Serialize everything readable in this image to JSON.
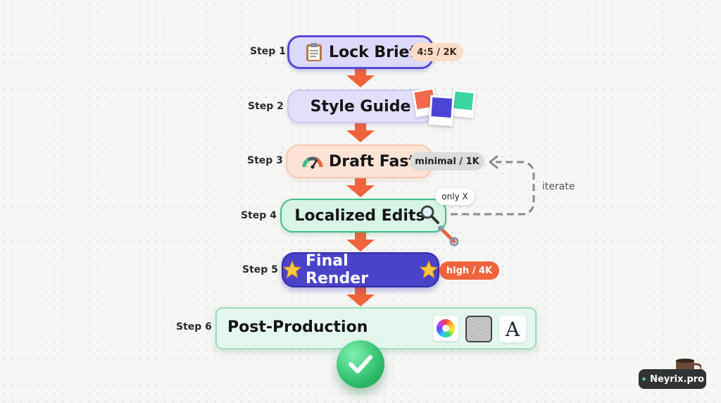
{
  "steps": [
    {
      "label": "Step 1",
      "title": "Lock Brief",
      "badge": "4:5 / 2K"
    },
    {
      "label": "Step 2",
      "title": "Style Guide"
    },
    {
      "label": "Step 3",
      "title": "Draft Fast",
      "badge": "minimal / 1K"
    },
    {
      "label": "Step 4",
      "title": "Localized Edits",
      "callout": "only X"
    },
    {
      "label": "Step 5",
      "title": "Final Render",
      "badge": "high / 4K"
    },
    {
      "label": "Step 6",
      "title": "Post-Production"
    }
  ],
  "loop": {
    "label": "iterate"
  },
  "type_icon_glyph": "A",
  "brand": {
    "name": "Neyrix.pro"
  },
  "colors": {
    "arrow": "#f0643c",
    "step1_fill": "#ddd9fb",
    "step1_border": "#5549d6",
    "step2_fill": "#e3dffb",
    "step3_fill": "#fde3d6",
    "step4_fill": "#d7f4e6",
    "step4_border": "#3fc08a",
    "step5_fill": "#4a43c9",
    "step6_fill": "#e4f7ee"
  }
}
